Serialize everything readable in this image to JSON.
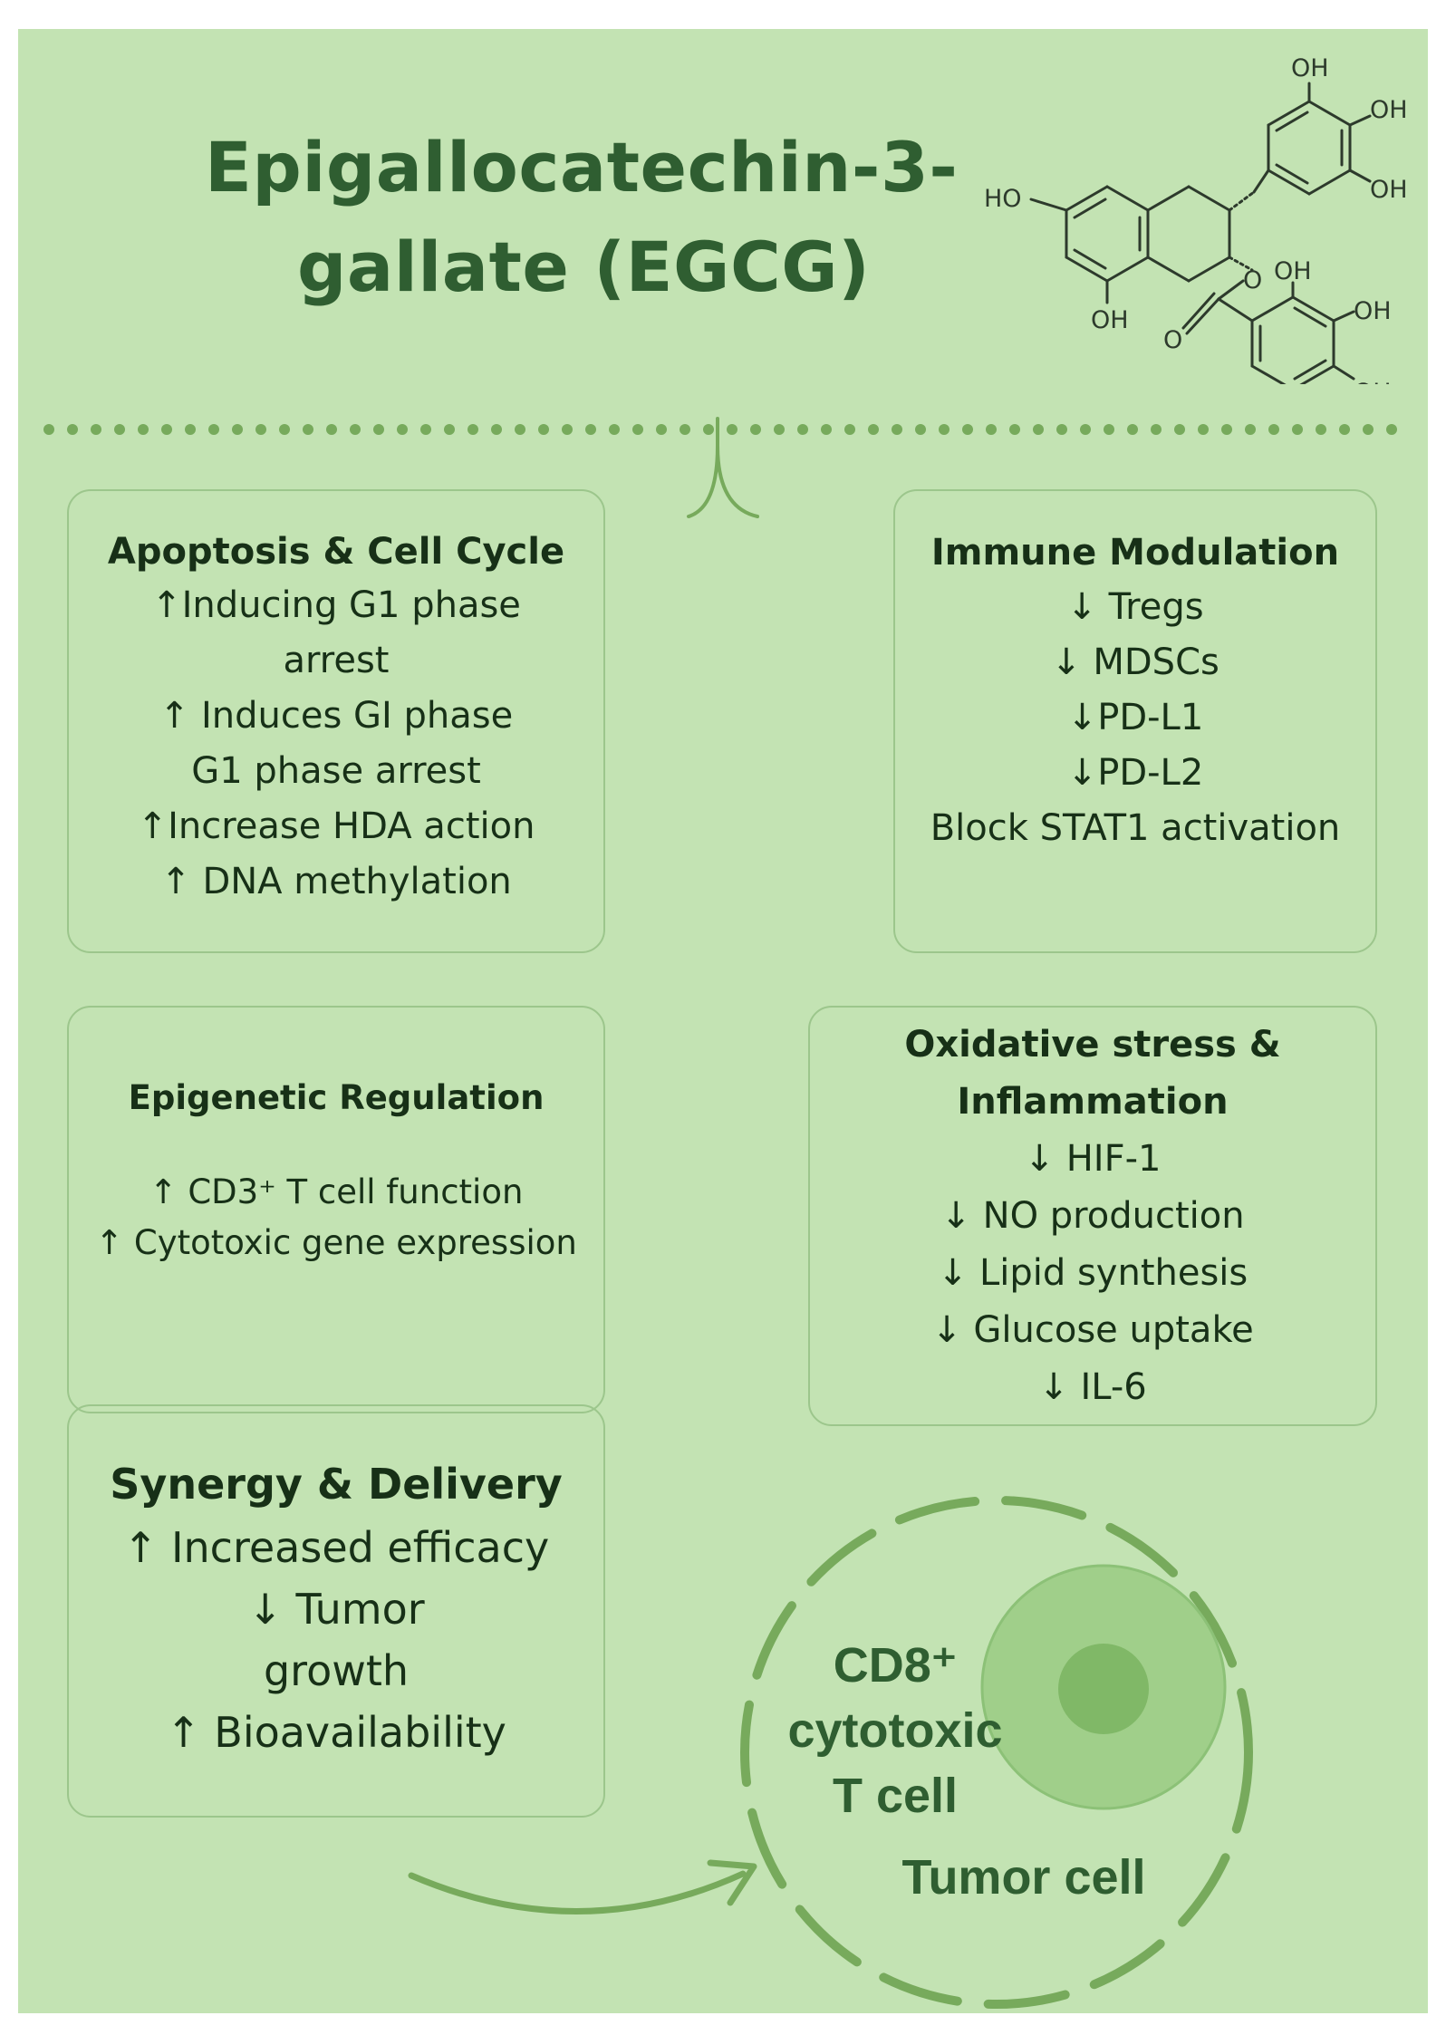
{
  "title": {
    "line1": "Epigallocatechin-3-",
    "line2": "gallate (EGCG)"
  },
  "molecule": {
    "labels": {
      "oh_top": "OH",
      "oh_upper_right": "OH",
      "oh_mid_right": "OH",
      "ho_left": "HO",
      "oh_bottom_left": "OH",
      "o_ester": "O",
      "o_carbonyl": "O",
      "oh_gallate_top": "OH",
      "oh_gallate_right": "OH",
      "oh_gallate_bottom": "OH"
    }
  },
  "cards": {
    "apoptosis": {
      "heading": "Apoptosis & Cell Cycle",
      "lines": [
        "↑Inducing G1 phase",
        "arrest",
        "↑ Induces GI phase",
        "G1 phase arrest",
        "↑Increase HDA action",
        "↑ DNA methylation"
      ]
    },
    "immune": {
      "heading": "Immune Modulation",
      "lines": [
        "↓ Tregs",
        "↓ MDSCs",
        "↓PD-L1",
        "↓PD-L2",
        "Block STAT1 activation"
      ]
    },
    "epigenetic": {
      "heading": "Epigenetic Regulation",
      "lines": [
        "↑ CD3⁺ T cell function",
        "↑ Cytotoxic gene expression"
      ]
    },
    "oxidative": {
      "heading_line1": "Oxidative stress &",
      "heading_line2": "Inflammation",
      "lines": [
        "↓ HIF-1",
        "↓ NO production",
        "↓ Lipid synthesis",
        "↓ Glucose uptake",
        "↓ IL-6"
      ]
    },
    "synergy": {
      "heading": "Synergy & Delivery",
      "lines": [
        "↑ Increased efficacy",
        "↓ Tumor",
        "growth",
        "↑ Bioavailability"
      ]
    }
  },
  "cells": {
    "cd8_line1": "CD8⁺",
    "cd8_line2": "cytotoxic",
    "cd8_line3": "T cell",
    "tumor": "Tumor cell"
  },
  "colors": {
    "background": "#c3e3b3",
    "title": "#2f5e31",
    "accent": "#77aa5c",
    "card_border": "#9cc68c",
    "text": "#173017"
  }
}
